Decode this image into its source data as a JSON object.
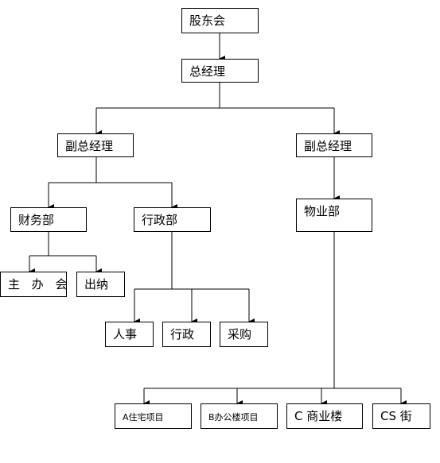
{
  "nodes": {
    "shareholders": "股东会",
    "general_manager": "总经理",
    "deputy_gm_left": "副总经理",
    "deputy_gm_right": "副总经理",
    "finance_dept": "财务部",
    "admin_dept": "行政部",
    "property_dept": "物业部",
    "accountant": "主 办 会",
    "cashier": "出纳",
    "hr": "人事",
    "admin": "行政",
    "purchasing": "采购",
    "project_a": "A住宅项目",
    "project_b": "B办公楼项目",
    "project_c": "C 商业楼",
    "project_cs": "CS 街"
  }
}
